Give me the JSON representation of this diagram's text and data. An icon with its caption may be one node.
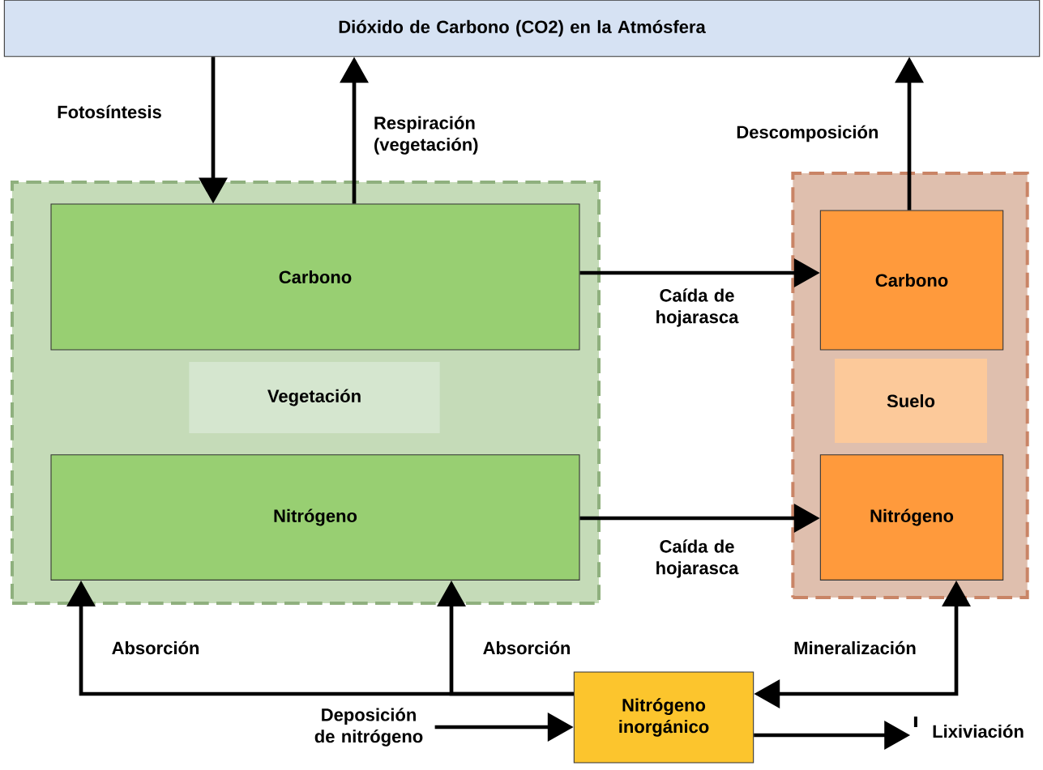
{
  "diagram": {
    "nodes": [
      {
        "text": [
          "Dióxido de Carbono (CO2) en la Atmósfera"
        ]
      },
      {
        "text": [
          "Vegetación"
        ]
      },
      {
        "text": [
          "Carbono"
        ],
        "in": 1
      },
      {
        "text": [
          "Nitrógeno"
        ],
        "in": 1
      },
      {
        "text": [
          "Suelo"
        ]
      },
      {
        "text": [
          "Carbono"
        ],
        "in": 4
      },
      {
        "text": [
          "Nitrógeno"
        ],
        "in": 4
      },
      {
        "text": [
          "Nitrógeno inorgánico"
        ]
      },
      {
        "text": [
          "Deposición de nitrógeno"
        ]
      },
      {
        "text": [
          "Lixiviación"
        ]
      }
    ],
    "edges": [
      {
        "from": 0,
        "to": 2,
        "arrow": "to",
        "label": "Fotosíntesis"
      },
      {
        "from": 2,
        "to": 0,
        "arrow": "to",
        "label": "Respiración (vegetación)"
      },
      {
        "from": 5,
        "to": 0,
        "arrow": "to",
        "label": "Descomposición"
      },
      {
        "from": 2,
        "to": 5,
        "arrow": "to",
        "label": "Caída de hojarasca"
      },
      {
        "from": 3,
        "to": 6,
        "arrow": "to",
        "label": "Caída de hojarasca"
      },
      {
        "from": 7,
        "to": 3,
        "arrow": "to",
        "label": "Absorción"
      },
      {
        "from": 7,
        "to": 3,
        "arrow": "to",
        "label": "Absorción"
      },
      {
        "from": 6,
        "to": 7,
        "arrow": "both",
        "label": "Mineralización"
      },
      {
        "from": 8,
        "to": 7,
        "arrow": "to"
      },
      {
        "from": 7,
        "to": 9,
        "arrow": "to"
      }
    ]
  }
}
